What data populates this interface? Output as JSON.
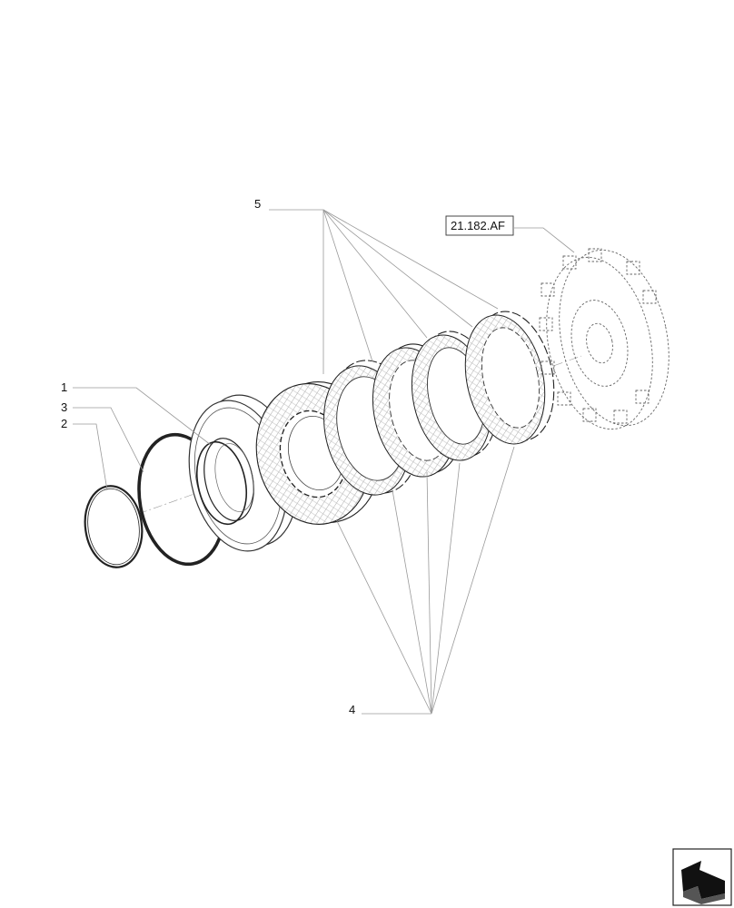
{
  "callouts": {
    "part_1": "1",
    "part_2": "2",
    "part_3": "3",
    "part_4": "4",
    "part_5": "5",
    "reference": "21.182.AF"
  },
  "icons": {
    "corner": "next-page-arrow-icon"
  }
}
